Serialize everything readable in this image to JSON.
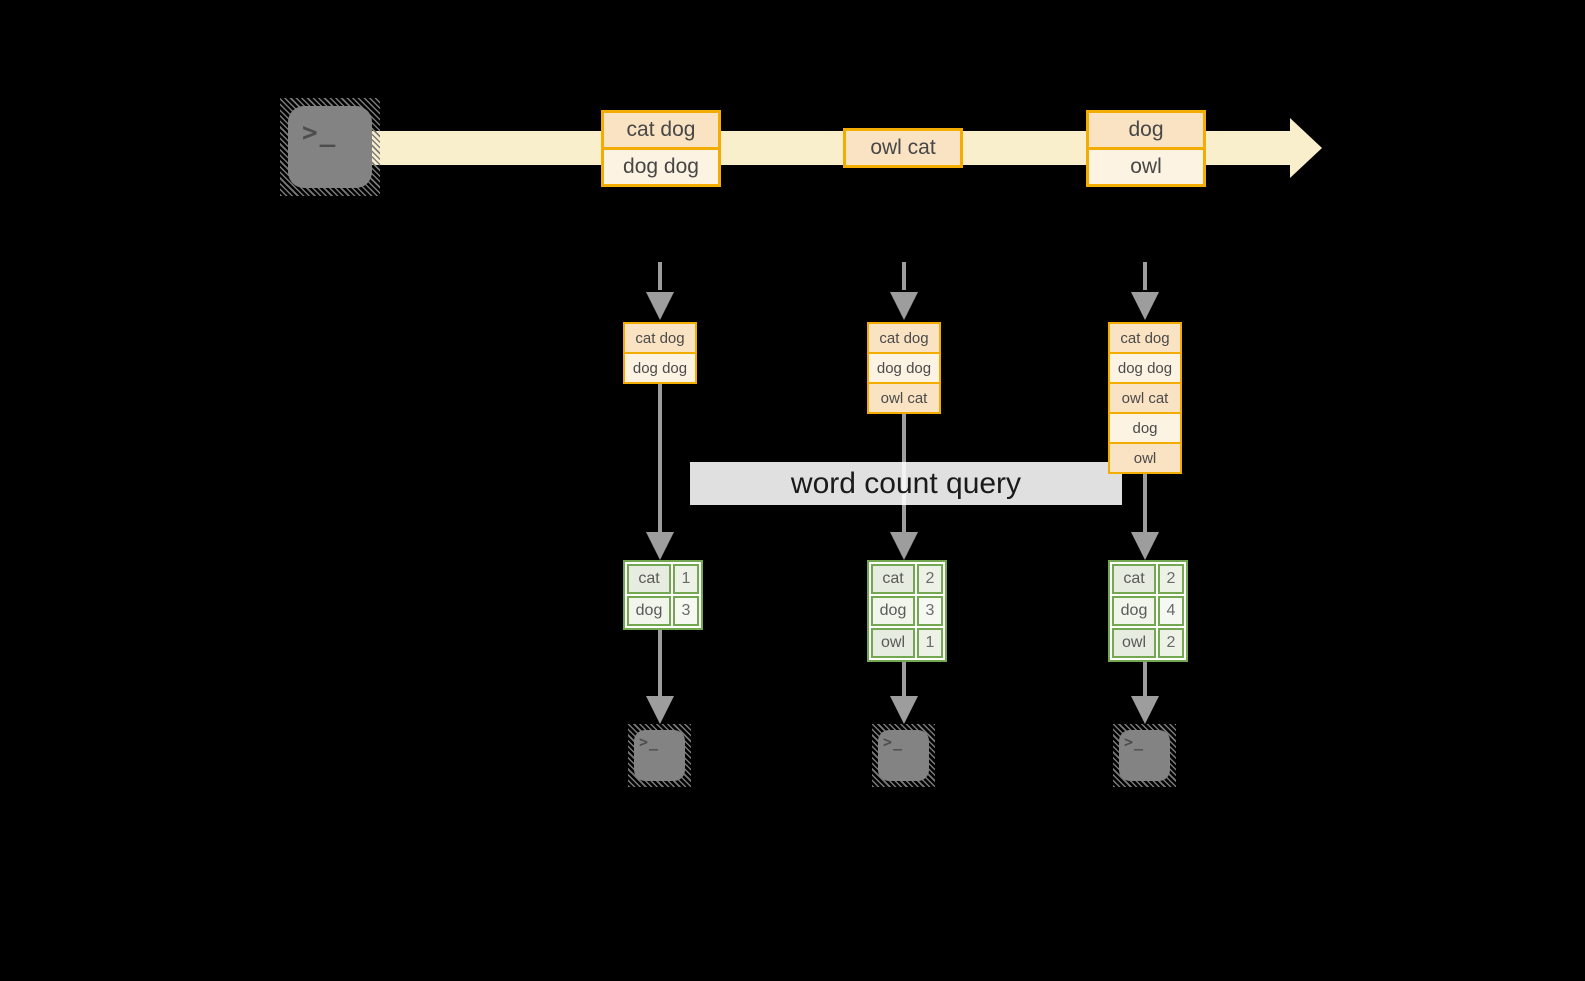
{
  "query_banner": {
    "label": "word count query"
  },
  "stream": {
    "source_icon": "terminal-icon",
    "prompt_glyph": ">_",
    "events": [
      {
        "lines": [
          "cat dog",
          "dog dog"
        ]
      },
      {
        "lines": [
          "owl cat"
        ]
      },
      {
        "lines": [
          "dog",
          "owl"
        ]
      }
    ]
  },
  "columns": [
    {
      "buffer": [
        "cat dog",
        "dog dog"
      ],
      "counts": [
        {
          "word": "cat",
          "count": "1"
        },
        {
          "word": "dog",
          "count": "3"
        }
      ],
      "sink_icon": "terminal-icon"
    },
    {
      "buffer": [
        "cat dog",
        "dog dog",
        "owl cat"
      ],
      "counts": [
        {
          "word": "cat",
          "count": "2"
        },
        {
          "word": "dog",
          "count": "3"
        },
        {
          "word": "owl",
          "count": "1"
        }
      ],
      "sink_icon": "terminal-icon"
    },
    {
      "buffer": [
        "cat dog",
        "dog dog",
        "owl cat",
        "dog",
        "owl"
      ],
      "counts": [
        {
          "word": "cat",
          "count": "2"
        },
        {
          "word": "dog",
          "count": "4"
        },
        {
          "word": "owl",
          "count": "2"
        }
      ],
      "sink_icon": "terminal-icon"
    }
  ],
  "colors": {
    "stream_fill": "#faefcd",
    "box_border": "#f2ad00",
    "box_fill_dark": "#fae3c2",
    "box_fill_light": "#fdf3e3",
    "table_border": "#73a850",
    "table_fill_dark": "#e6ede0",
    "table_fill_light": "#f1f5ec",
    "arrow_gray": "#9d9d9d",
    "terminal_gray": "#838383",
    "banner_bg": "#ffffff",
    "banner_text": "#1a1a1a"
  }
}
